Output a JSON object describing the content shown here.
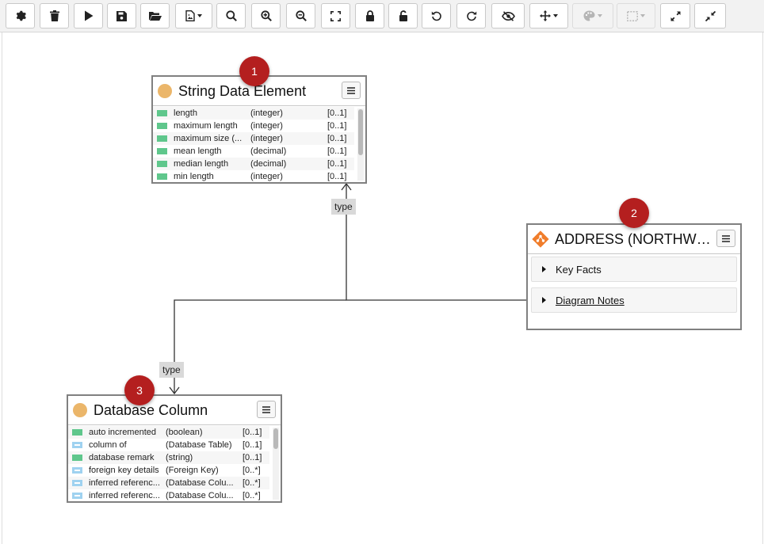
{
  "toolbar": {
    "buttons": [
      {
        "icon": "gear-icon"
      },
      {
        "icon": "trash-icon"
      },
      {
        "icon": "play-icon"
      },
      {
        "icon": "save-icon"
      },
      {
        "icon": "folder-open-icon"
      },
      {
        "icon": "export-image-icon"
      },
      {
        "icon": "search-icon"
      },
      {
        "icon": "zoom-in-icon"
      },
      {
        "icon": "zoom-out-icon"
      },
      {
        "icon": "fit-screen-icon"
      },
      {
        "icon": "lock-icon"
      },
      {
        "icon": "unlock-icon"
      },
      {
        "icon": "undo-icon"
      },
      {
        "icon": "redo-icon"
      },
      {
        "icon": "hide-icon"
      },
      {
        "icon": "move-icon"
      },
      {
        "icon": "palette-icon",
        "disabled": true
      },
      {
        "icon": "selection-icon",
        "disabled": true
      },
      {
        "icon": "expand-icon"
      },
      {
        "icon": "collapse-icon"
      }
    ]
  },
  "nodes": {
    "string_data_element": {
      "title": "String Data Element",
      "icon": "entity-dot-icon",
      "rows": [
        {
          "name": "length",
          "type": "(integer)",
          "card": "[0..1]"
        },
        {
          "name": "maximum length",
          "type": "(integer)",
          "card": "[0..1]"
        },
        {
          "name": "maximum size (...",
          "type": "(integer)",
          "card": "[0..1]"
        },
        {
          "name": "mean length",
          "type": "(decimal)",
          "card": "[0..1]"
        },
        {
          "name": "median length",
          "type": "(decimal)",
          "card": "[0..1]"
        },
        {
          "name": "min length",
          "type": "(integer)",
          "card": "[0..1]"
        }
      ]
    },
    "address": {
      "title": "ADDRESS (NORTHWIN...",
      "icon": "data-structure-icon",
      "sections": [
        {
          "label": "Key Facts"
        },
        {
          "label": "Diagram Notes"
        }
      ]
    },
    "database_column": {
      "title": "Database Column",
      "icon": "entity-dot-icon",
      "rows": [
        {
          "name": "auto incremented",
          "type": "(boolean)",
          "card": "[0..1]",
          "kind": "attr"
        },
        {
          "name": "column of",
          "type": "(Database Table)",
          "card": "[0..1]",
          "kind": "ref"
        },
        {
          "name": "database remark",
          "type": "(string)",
          "card": "[0..1]",
          "kind": "attr"
        },
        {
          "name": "foreign key details",
          "type": "(Foreign Key)",
          "card": "[0..*]",
          "kind": "ref"
        },
        {
          "name": "inferred referenc...",
          "type": "(Database Colu...",
          "card": "[0..*]",
          "kind": "ref"
        },
        {
          "name": "inferred referenc...",
          "type": "(Database Colu...",
          "card": "[0..*]",
          "kind": "ref"
        }
      ]
    }
  },
  "edges": {
    "type_label_top": "type",
    "type_label_bottom": "type"
  },
  "badges": [
    "1",
    "2",
    "3"
  ],
  "colors": {
    "entity_dot": "#ebb66a",
    "attr_green": "#5fc78c",
    "ref_blue": "#9fd2f0",
    "badge_red": "#b41f1f",
    "address_icon": "#f07d2b"
  }
}
